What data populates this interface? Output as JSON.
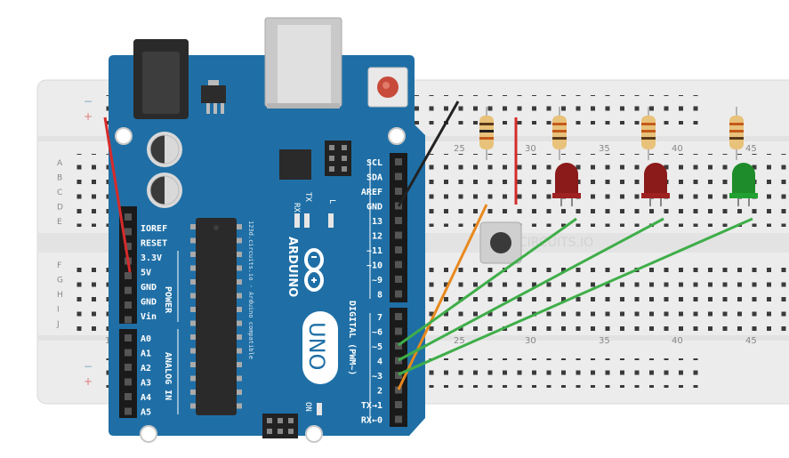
{
  "breadboard": {
    "rows_top": [
      "A",
      "B",
      "C",
      "D",
      "E"
    ],
    "rows_bottom": [
      "F",
      "G",
      "H",
      "I",
      "J"
    ],
    "column_numbers": [
      "25",
      "30",
      "35",
      "40",
      "45"
    ],
    "column_numbers_partial": [
      "1"
    ],
    "rail_minus": "−",
    "rail_plus": "+",
    "watermark": "CIRCUITS.IO"
  },
  "arduino": {
    "model": "UNO",
    "brand": "ARDUINO",
    "tagline": "123d.circuits.io - Arduino compatible",
    "reset_label": "RESET",
    "tx_label": "TX",
    "rx_label": "RX",
    "l_label": "L",
    "on_label": "ON",
    "digital_label": "DIGITAL (PWM~)",
    "power_label": "POWER",
    "analog_label": "ANALOG IN",
    "digital_upper_pins": [
      "SCL",
      "SDA",
      "AREF",
      "GND",
      "13",
      "12",
      "~11",
      "~10",
      "~9",
      "8"
    ],
    "digital_lower_pins": [
      "7",
      "~6",
      "~5",
      "4",
      "~3",
      "2",
      "TX→1",
      "RX←0"
    ],
    "power_pins": [
      "IOREF",
      "RESET",
      "3.3V",
      "5V",
      "GND",
      "GND",
      "Vin"
    ],
    "analog_pins": [
      "A0",
      "A1",
      "A2",
      "A3",
      "A4",
      "A5"
    ]
  },
  "colors": {
    "board_blue": "#1f6fa6",
    "board_blue_dark": "#155a89",
    "breadboard": "#ececec",
    "wire_red": "#d62b2b",
    "wire_black": "#222222",
    "wire_orange": "#e8891e",
    "wire_green": "#3fae49",
    "led_red": "#8b1a1a",
    "led_green": "#1e8c2a"
  }
}
